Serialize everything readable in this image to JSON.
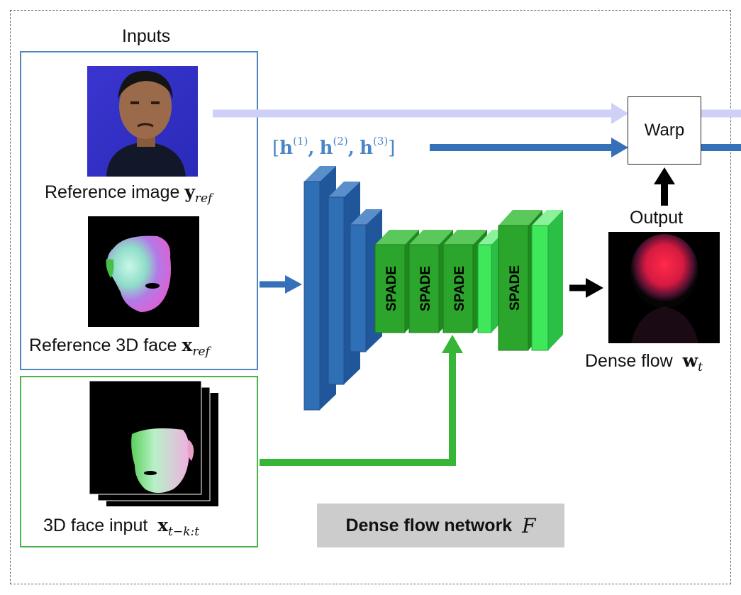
{
  "inputs_title": "Inputs",
  "reference_image": {
    "label": "Reference image",
    "symbol": "y",
    "subscript": "ref"
  },
  "reference_face": {
    "label": "Reference 3D face",
    "symbol": "x",
    "subscript": "ref"
  },
  "face_input": {
    "label": "3D face input",
    "symbol": "x",
    "subscript": "t−k:t"
  },
  "features": {
    "open": "[",
    "h": "h",
    "sup1": "(1)",
    "sup2": "(2)",
    "sup3": "(3)",
    "comma": ",",
    "close": "]"
  },
  "spade_label": "SPADE",
  "warp_label": "Warp",
  "output_label": "Output",
  "dense_flow": {
    "label": "Dense flow",
    "symbol": "w",
    "subscript": "t"
  },
  "network_title": "Dense flow network",
  "network_symbol": "F",
  "colors": {
    "blue_block": "#2f6fb5",
    "dark_green_block": "#2ca52c",
    "light_green_block": "#3ee85a",
    "light_purple_arrow": "#cfd0f7",
    "blue_arrow": "#3570b8",
    "green_arrow": "#36b536",
    "feature_text": "#4a86c6"
  }
}
